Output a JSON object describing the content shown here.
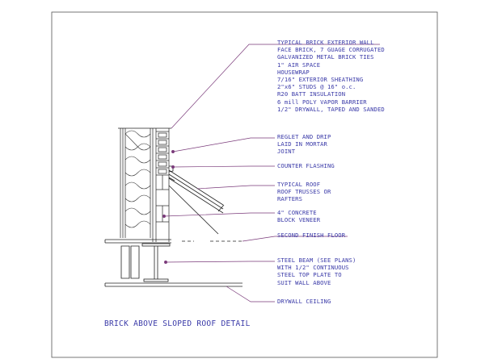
{
  "drawing": {
    "title": "BRICK ABOVE SLOPED ROOF DETAIL",
    "callouts": {
      "brick_wall": {
        "heading": "TYPICAL BRICK EXTERIOR WALL",
        "lines": [
          "FACE BRICK, 7 GUAGE CORRUGATED",
          "GALVANIZED METAL BRICK TIES",
          "1\" AIR SPACE",
          "HOUSEWRAP",
          "7/16\" EXTERIOR SHEATHING",
          "2\"x6\" STUDS @ 16\" o.c.",
          "R20 BATT INSULATION",
          "6 mill POLY VAPOR BARRIER",
          "1/2\" DRYWALL, TAPED AND SANDED"
        ]
      },
      "reglet": {
        "lines": [
          "REGLET AND DRIP",
          "LAID IN MORTAR",
          "JOINT"
        ]
      },
      "counter_flashing": {
        "lines": [
          "COUNTER FLASHING"
        ]
      },
      "roof": {
        "lines": [
          "TYPICAL ROOF",
          "ROOF TRUSSES OR",
          "RAFTERS"
        ]
      },
      "block": {
        "lines": [
          "4\" CONCRETE",
          "BLOCK VENEER"
        ]
      },
      "floor": {
        "lines": [
          "SECOND FINISH FLOOR"
        ]
      },
      "beam": {
        "lines": [
          "STEEL BEAM (SEE PLANS)",
          "WITH 1/2\" CONTINUOUS",
          "STEEL TOP PLATE TO",
          "SUIT WALL ABOVE"
        ]
      },
      "ceiling": {
        "lines": [
          "DRYWALL CEILING"
        ]
      }
    },
    "colors": {
      "linework": "#2a2a2a",
      "text": "#3a3aa8",
      "leader": "#7a3a7a",
      "border": "#555555"
    }
  }
}
